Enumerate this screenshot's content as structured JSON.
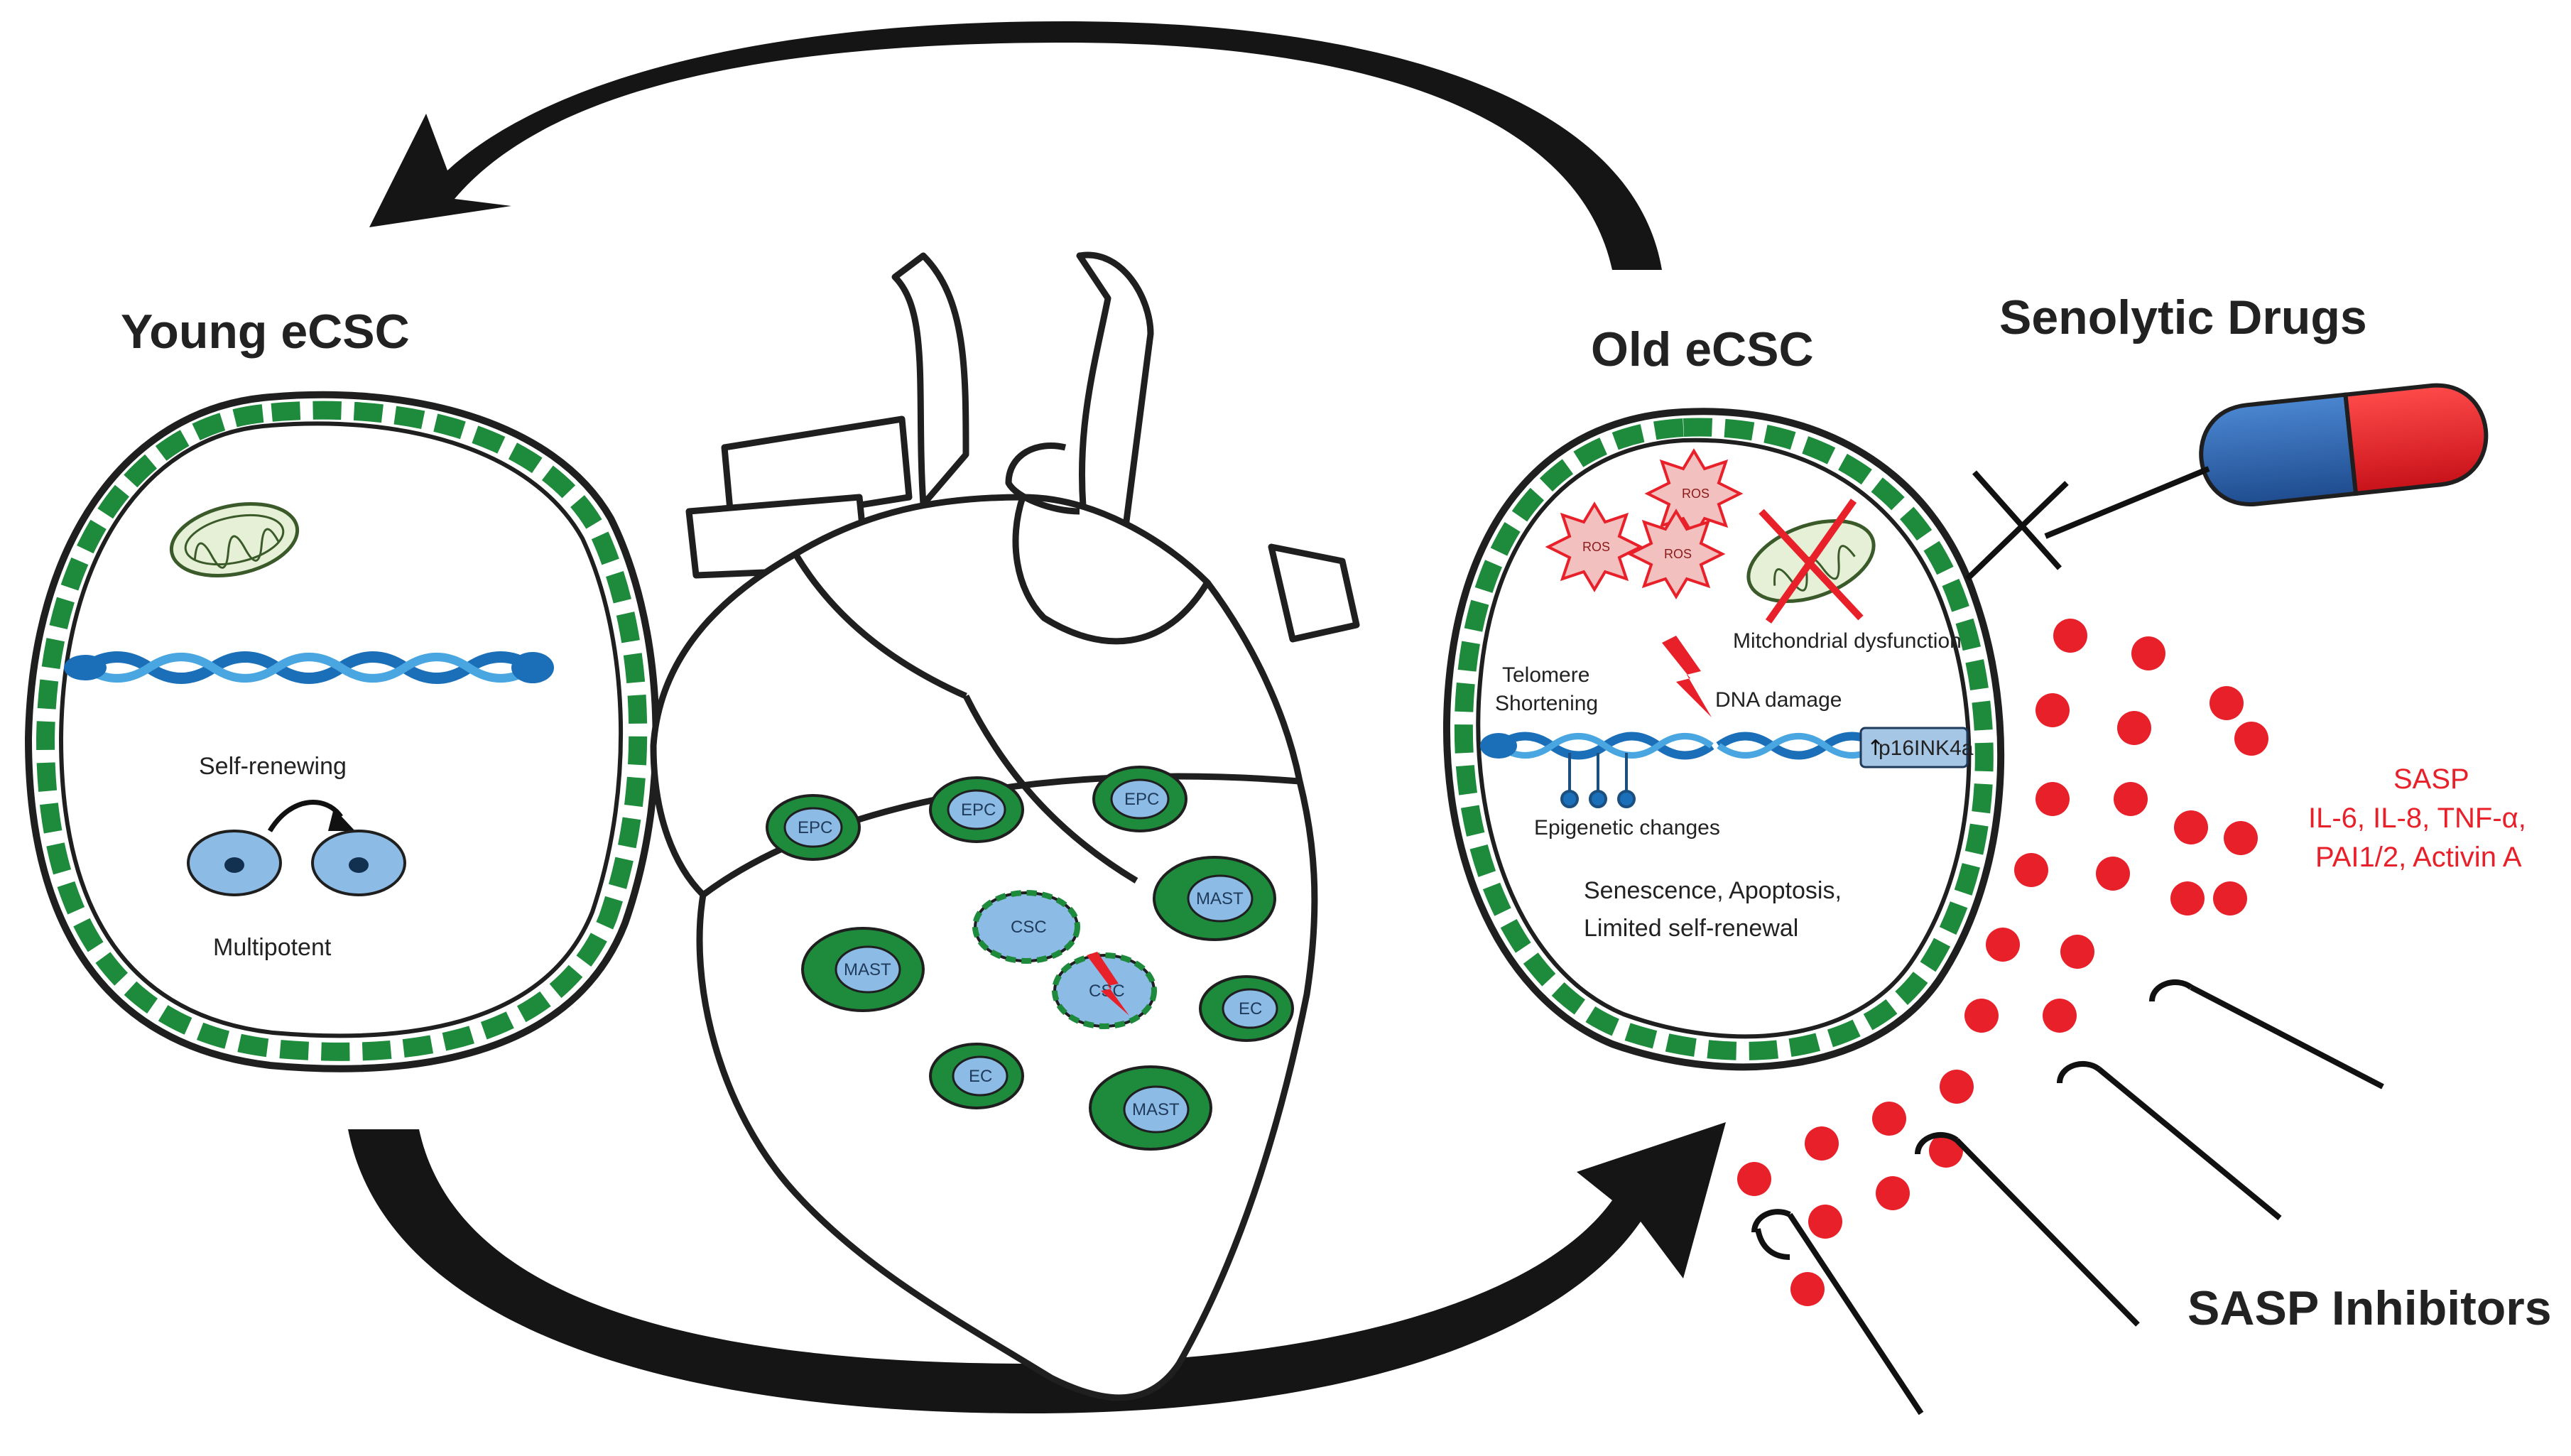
{
  "young": {
    "title": "Young eCSC",
    "self_renewing": "Self-renewing",
    "multipotent": "Multipotent"
  },
  "old": {
    "title": "Old eCSC",
    "ros_label": "ROS",
    "mito_dysfunction": "Mitchondrial dysfunction",
    "telomere_line1": "Telomere",
    "telomere_line2": "Shortening",
    "dna_damage": "DNA damage",
    "p16": "p16INK4a",
    "epigenetic": "Epigenetic changes",
    "outcome_line1": "Senescence, Apoptosis,",
    "outcome_line2": "Limited self-renewal"
  },
  "heart_cells": {
    "epc": "EPC",
    "csc": "CSC",
    "mast": "MAST",
    "ec": "EC"
  },
  "senolytic": {
    "title": "Senolytic Drugs"
  },
  "sasp": {
    "line1": "SASP",
    "line2": "IL-6, IL-8, TNF-α,",
    "line3": "PAI1/2, Activin A"
  },
  "sasp_inhibitors": {
    "title": "SASP Inhibitors"
  },
  "colors": {
    "membrane_green": "#1e8a3c",
    "cell_blue": "#8cbce6",
    "sasp_red": "#e8202a",
    "pill_blue": "#2a5fa8",
    "pill_red": "#e8202a"
  }
}
